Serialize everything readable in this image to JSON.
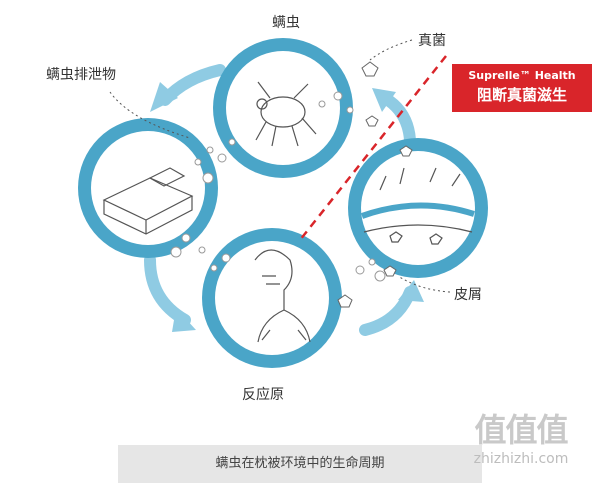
{
  "labels": {
    "mite": "螨虫",
    "mite_excreta": "螨虫排泄物",
    "fungus": "真菌",
    "dander": "皮屑",
    "reaction": "反应原"
  },
  "badge": {
    "brand": "Suprelle™ Health",
    "text": "阻断真菌滋生"
  },
  "caption": "螨虫在枕被环境中的生命周期",
  "watermark": {
    "logo": "值值值",
    "site": "zhizhizhi.com"
  },
  "colors": {
    "ring": "#4aa5c8",
    "arrow": "#8fcbe3",
    "badge": "#d9252a",
    "dashed_line": "#d9252a"
  },
  "icons": [
    "mite-icon",
    "bed-icon",
    "human-respiratory-icon",
    "skin-layer-icon",
    "arrow-icon"
  ]
}
